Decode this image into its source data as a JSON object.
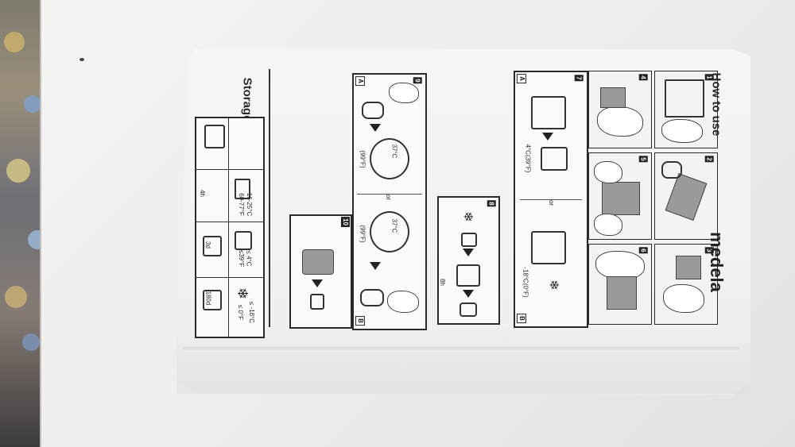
{
  "scene": {
    "brand": "medela",
    "side_heading": "How to use",
    "storage_heading": "Storage",
    "storage_table": [
      {
        "icon": "room-temp-clock-icon",
        "time": "4h",
        "temp": "16-25°C",
        "temp_f": "60-77°F"
      },
      {
        "icon": "fridge-icon",
        "time": "3d",
        "temp": "≤ 4°C",
        "temp_f": "≤39°F"
      },
      {
        "icon": "freezer-snowflake-icon",
        "time": "180d",
        "temp": "≤ -18°C",
        "temp_f": "≤ 0°F"
      }
    ],
    "steps": [
      {
        "n": "1"
      },
      {
        "n": "2"
      },
      {
        "n": "3"
      },
      {
        "n": "4"
      },
      {
        "n": "5"
      },
      {
        "n": "6"
      },
      {
        "n": "7",
        "option_a": "4°C(39°F)",
        "option_b": "-18°C(0°F)",
        "or": "or"
      },
      {
        "n": "8",
        "note": "8h"
      },
      {
        "n": "9",
        "warm_a": "37°C",
        "warm_a_f": "(99°F)",
        "warm_b": "37°C",
        "warm_b_f": "(99°F)",
        "or": "or"
      },
      {
        "n": "10"
      }
    ],
    "labels": {
      "a": "A",
      "b": "B"
    }
  }
}
